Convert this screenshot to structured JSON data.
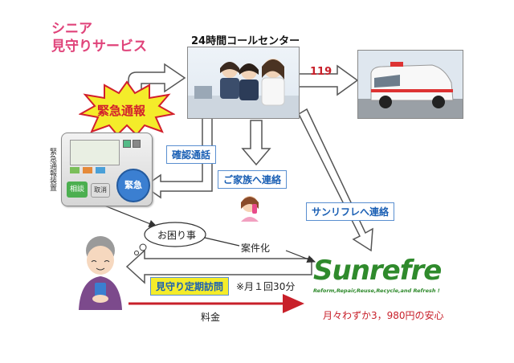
{
  "title": {
    "line1": "シニア",
    "line2": "見守りサービス"
  },
  "call_center": {
    "label": "24時間コールセンター"
  },
  "ambulance": {
    "label": "119"
  },
  "emergency": {
    "label": "緊急通報"
  },
  "device": {
    "label": "緊急通報装置",
    "buttons": {
      "sodan": "相談",
      "cancel": "取消",
      "kinkyu": "緊急"
    }
  },
  "confirm_call": {
    "label": "確認通話"
  },
  "family": {
    "label": "ご家族へ連絡"
  },
  "sunrefre_contact": {
    "label": "サンリフレへ連絡"
  },
  "trouble": {
    "label": "お困り事"
  },
  "case": {
    "label": "案件化"
  },
  "visit": {
    "label": "見守り定期訪問",
    "note": "※月１回30分"
  },
  "fee": {
    "label": "料金"
  },
  "brand": {
    "name": "Sunrefre",
    "tagline": "Reform,Repair,Reuse,Recycle,and Refresh !",
    "price": "月々わずか3，980円の安心"
  },
  "colors": {
    "accent_pink": "#e0437a",
    "label_blue": "#1a5fb4",
    "brand_green": "#2f8a2c",
    "arrow_red": "#c8202a"
  }
}
